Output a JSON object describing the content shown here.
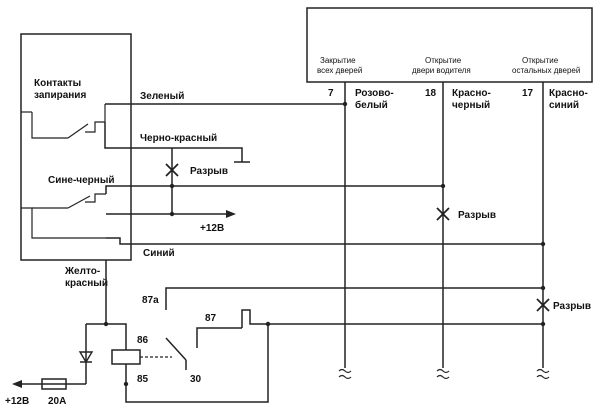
{
  "lock_contacts": {
    "line1": "Контакты",
    "line2": "запирания"
  },
  "wires": {
    "green": "Зеленый",
    "black_red": "Черно-красный",
    "blue_black": "Сине-черный",
    "blue": "Синий",
    "yellow_red_1": "Желто-",
    "yellow_red_2": "красный"
  },
  "breaks": {
    "b1": "Разрыв",
    "b2": "Разрыв",
    "b3": "Разрыв"
  },
  "supply": {
    "plus12_top": "+12В",
    "plus12_bottom": "+12В",
    "fuse": "20А"
  },
  "controller": {
    "col1_line1": "Закрытие",
    "col1_line2": "всех дверей",
    "col1_pin": "7",
    "col1_color_1": "Розово-",
    "col1_color_2": "белый",
    "col2_line1": "Открытие",
    "col2_line2": "двери водителя",
    "col2_pin": "18",
    "col2_color_1": "Красно-",
    "col2_color_2": "черный",
    "col3_line1": "Открытие",
    "col3_line2": "остальных дверей",
    "col3_pin": "17",
    "col3_color_1": "Красно-",
    "col3_color_2": "синий"
  },
  "relay": {
    "pin86": "86",
    "pin85": "85",
    "pin87": "87",
    "pin87a": "87а",
    "pin30": "30"
  }
}
